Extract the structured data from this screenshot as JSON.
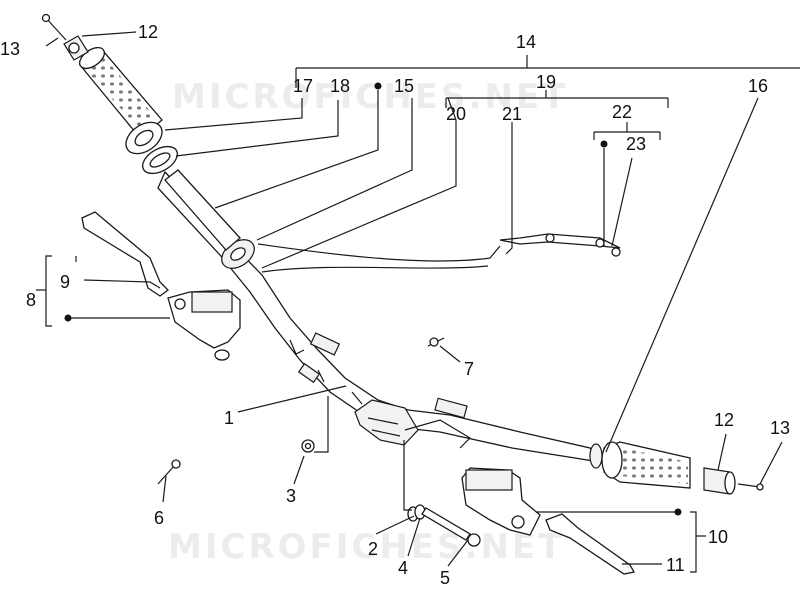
{
  "watermark": "MICROFICHES.NET",
  "callouts": {
    "c1": "1",
    "c2": "2",
    "c3": "3",
    "c4": "4",
    "c5": "5",
    "c6": "6",
    "c7": "7",
    "c8": "8",
    "c9": "9",
    "c10": "10",
    "c11": "11",
    "c12_left": "12",
    "c12_right": "12",
    "c13_left": "13",
    "c13_right": "13",
    "c14": "14",
    "c15": "15",
    "c16": "16",
    "c17": "17",
    "c18": "18",
    "c19": "19",
    "c20": "20",
    "c21": "21",
    "c22": "22",
    "c23": "23"
  },
  "colors": {
    "line": "#1a1a1a",
    "watermark": "#ececec",
    "background": "#ffffff"
  }
}
